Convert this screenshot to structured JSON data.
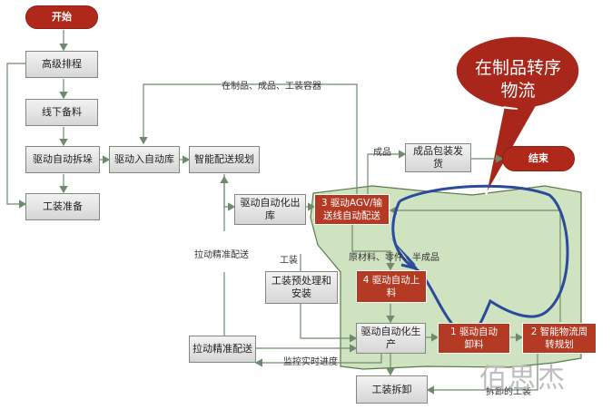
{
  "nodes": {
    "start": "开始",
    "advanced_scheduling": "高级排程",
    "offline_prep": "线下备料",
    "auto_unstack": "驱动自动拆垛",
    "tooling_prep": "工装准备",
    "auto_into_storage": "驱动入自动库",
    "smart_delivery_planning": "智能配送规划",
    "auto_out_storage": "驱动自动化出库",
    "agv_conveyor": "3 驱动AGV/输送线自动配送",
    "finished_packaging": "成品包装发货",
    "end": "结束",
    "auto_loading": "4 驱动自动上料",
    "tooling_preprocess": "工装预处理和安装",
    "auto_production": "驱动自动化生产",
    "auto_unloading": "1 驱动自动卸料",
    "smart_logistics": "2 智能物流周转规划",
    "pull_precise_delivery": "拉动精准配送",
    "tooling_disassembly": "工装拆卸"
  },
  "edge_labels": {
    "wip_products_tooling": "在制品、成品、工装容器",
    "finished": "成品",
    "tooling": "工装",
    "materials": "原材料、零件、半成品",
    "pull_precise_delivery_vertical": "拉动精准配送",
    "monitor_progress": "监控实时进度",
    "removed_tooling": "拆卸的工装"
  },
  "callout": "在制品转序物流",
  "watermark": "佰思杰",
  "colors": {
    "highlight_region": "#cfe3c0",
    "red_box": "#b43a24",
    "terminal": "#b0281a",
    "flow_arrow": "#2a4a9c",
    "connector": "#6f8a6f"
  }
}
